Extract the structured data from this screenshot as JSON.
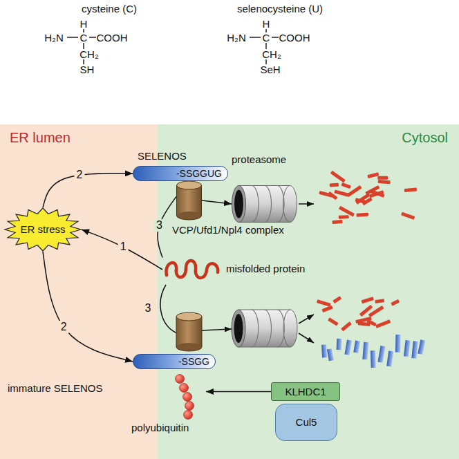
{
  "diagram": {
    "nodes": [
      {
        "text": [
          "ER lumen"
        ]
      },
      {
        "text": [
          "Cytosol"
        ]
      },
      {
        "text": [
          "ER stress"
        ],
        "in": 0
      },
      {
        "text": [
          "SELENOS",
          "-SSGGUG"
        ]
      },
      {
        "text": [
          "misfolded protein"
        ]
      },
      {
        "text": [
          "immature SELENOS",
          "-SSGG"
        ]
      },
      {
        "text": [
          "VCP/Ufd1/Npl4 complex"
        ],
        "in": 1
      },
      {
        "text": [
          "proteasome"
        ],
        "in": 1
      },
      {
        "text": [
          "polyubiquitin"
        ]
      },
      {
        "text": [
          "KLHDC1"
        ],
        "in": 1
      },
      {
        "text": [
          "Cul5"
        ],
        "in": 1
      }
    ],
    "edges": [
      {
        "from": 4,
        "to": 2,
        "arrow": "to",
        "label": "1"
      },
      {
        "from": 2,
        "to": 3,
        "arrow": "to",
        "label": "2"
      },
      {
        "from": 2,
        "to": 5,
        "arrow": "to",
        "label": "2"
      },
      {
        "from": 4,
        "to": 6,
        "arrow": "none",
        "label": "3"
      },
      {
        "from": 6,
        "to": 7,
        "arrow": "to"
      },
      {
        "from": 9,
        "to": 8,
        "arrow": "to"
      }
    ],
    "labels": [
      "cysteine (C)",
      "selenocysteine (U)",
      "H",
      "H₂N",
      "C",
      "COOH",
      "CH₂",
      "SH",
      "H",
      "H₂N",
      "C",
      "COOH",
      "CH₂",
      "SeH",
      "3"
    ]
  }
}
